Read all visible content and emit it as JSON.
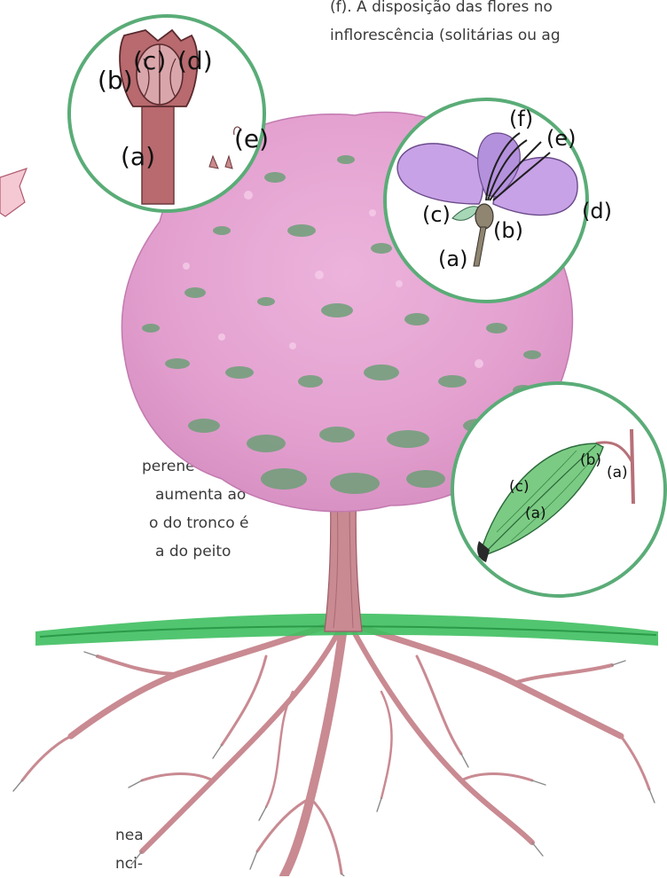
{
  "text": {
    "top_lines": [
      "(f). A disposição das flores no",
      "inflorescência (solitárias ou ag"
    ],
    "middle_lines": [
      "perene e le-",
      "aumenta ao",
      "o do tronco é",
      "a   do   peito"
    ],
    "bottom_lines": [
      "nea",
      "nci-"
    ]
  },
  "seed_inset": {
    "labels": [
      "(b)",
      "(c)",
      "(d)",
      "(a)",
      "(e)"
    ]
  },
  "flower_inset": {
    "labels": [
      "(f)",
      "(e)",
      "(c)",
      "(b)",
      "(d)",
      "(a)"
    ]
  },
  "leaf_inset": {
    "labels": [
      "(b)",
      "(a)",
      "(c)",
      "(a)"
    ]
  },
  "colors": {
    "circle_border": "#5aac77",
    "canopy_pink": "#e7a6d2",
    "canopy_green": "#6e9f78",
    "trunk": "#c98a92",
    "grass": "#3fbf60",
    "leaf": "#7ccb84",
    "petal": "#c7a2e6"
  }
}
